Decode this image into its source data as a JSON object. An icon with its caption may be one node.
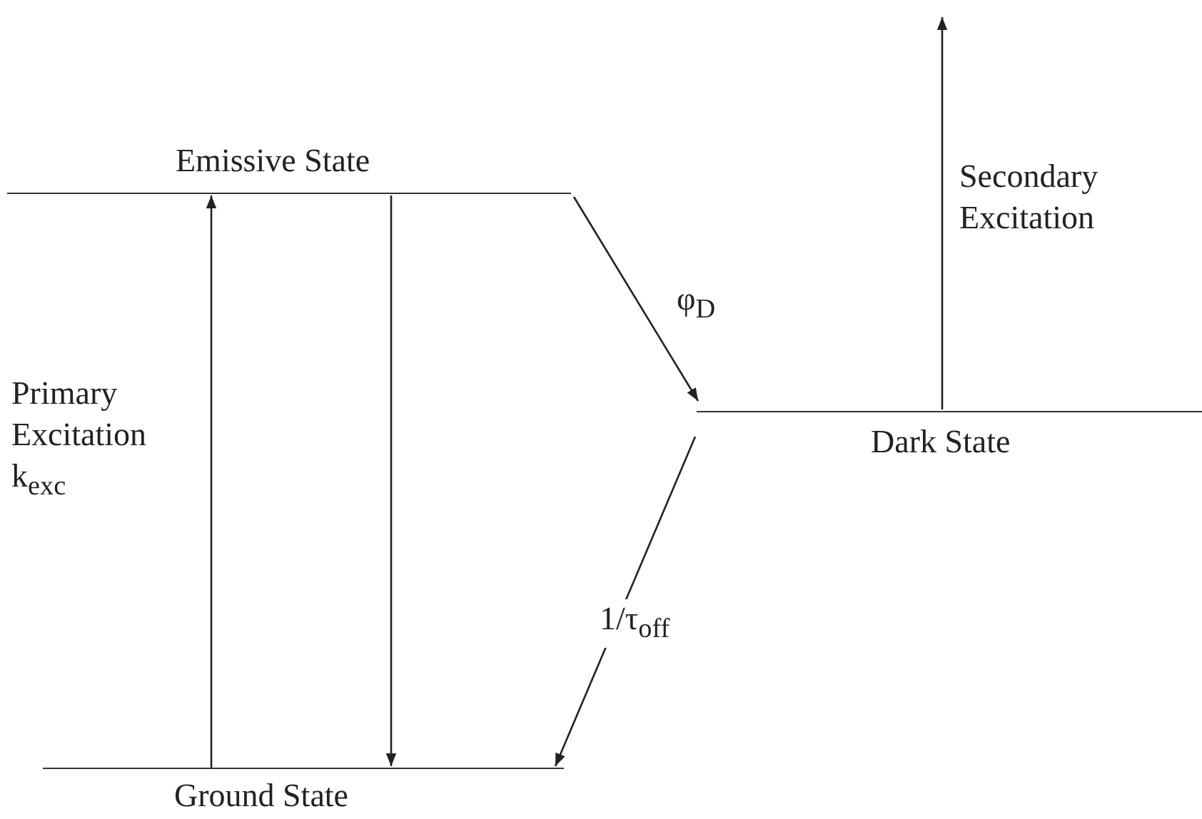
{
  "diagram": {
    "nodes": [
      {
        "text": [
          "Emissive State"
        ]
      },
      {
        "text": [
          "Ground State"
        ]
      },
      {
        "text": [
          "Dark State"
        ]
      }
    ],
    "edges": [
      {
        "from": 1,
        "to": 0,
        "arrow": "to",
        "label": "Primary Excitation k$_{exc}$"
      },
      {
        "from": 0,
        "to": 1,
        "arrow": "to"
      },
      {
        "from": 0,
        "to": 2,
        "arrow": "to",
        "label": "φ$_{D}$"
      },
      {
        "from": 2,
        "to": 1,
        "arrow": "to",
        "label": "1/τ$_{off}$"
      },
      {
        "from": 2,
        "to": null,
        "arrow": "to",
        "label": "Secondary Excitation"
      }
    ]
  }
}
